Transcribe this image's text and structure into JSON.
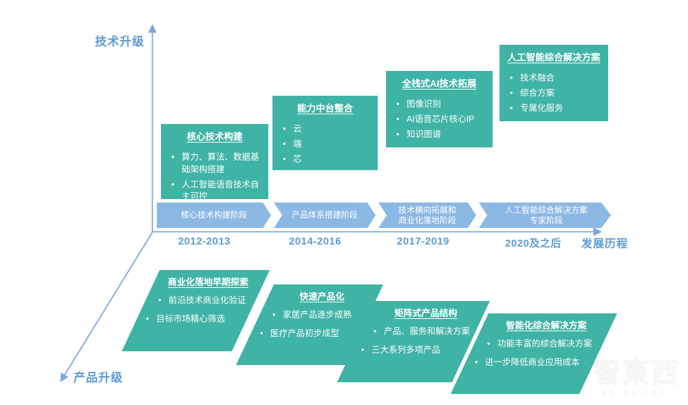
{
  "colors": {
    "teal": "#3fb3a4",
    "chevron_blue": "#8cb8e4",
    "label_blue": "#5b9bd5",
    "axis_blue": "#7ca6dc"
  },
  "axes": {
    "y_label": "技术升级",
    "x_label": "发展历程",
    "diagonal_label": "产品升级"
  },
  "tech_boxes": [
    {
      "title": "核心技术构建",
      "bullets": [
        "算力、算法、数据基础架构搭建",
        "人工智能语音技术自主可控"
      ]
    },
    {
      "title": "能力中台整合",
      "bullets": [
        "云",
        "端",
        "芯"
      ]
    },
    {
      "title": "全栈式AI技术拓展",
      "bullets": [
        "图像识别",
        "AI语音芯片核心IP",
        "知识图谱"
      ]
    },
    {
      "title": "人工智能综合解决方案",
      "bullets": [
        "技术融合",
        "综合方案",
        "专属化服务"
      ]
    }
  ],
  "timeline": {
    "stages": [
      "核心技术构建阶段",
      "产品体系搭建阶段",
      "技术横向拓展和\n商业化落地阶段",
      "人工智能综合解决方案\n专家阶段"
    ],
    "periods": [
      "2012-2013",
      "2014-2016",
      "2017-2019",
      "2020及之后"
    ]
  },
  "product_boxes": [
    {
      "title": "商业化落地早期探索",
      "bullets": [
        "前沿技术商业化验证",
        "目标市场精心筛选"
      ]
    },
    {
      "title": "快速产品化",
      "bullets": [
        "家居产品逐步成熟",
        "医疗产品初步成型"
      ]
    },
    {
      "title": "矩阵式产品结构",
      "bullets": [
        "产品、服务和解决方案",
        "三大系列多项产品"
      ]
    },
    {
      "title": "智能化综合解决方案",
      "bullets": [
        "功能丰富的综合解决方案",
        "进一步降低商业应用成本"
      ]
    }
  ],
  "watermark": {
    "logo": "智東西",
    "domain": "zhidx.com"
  }
}
